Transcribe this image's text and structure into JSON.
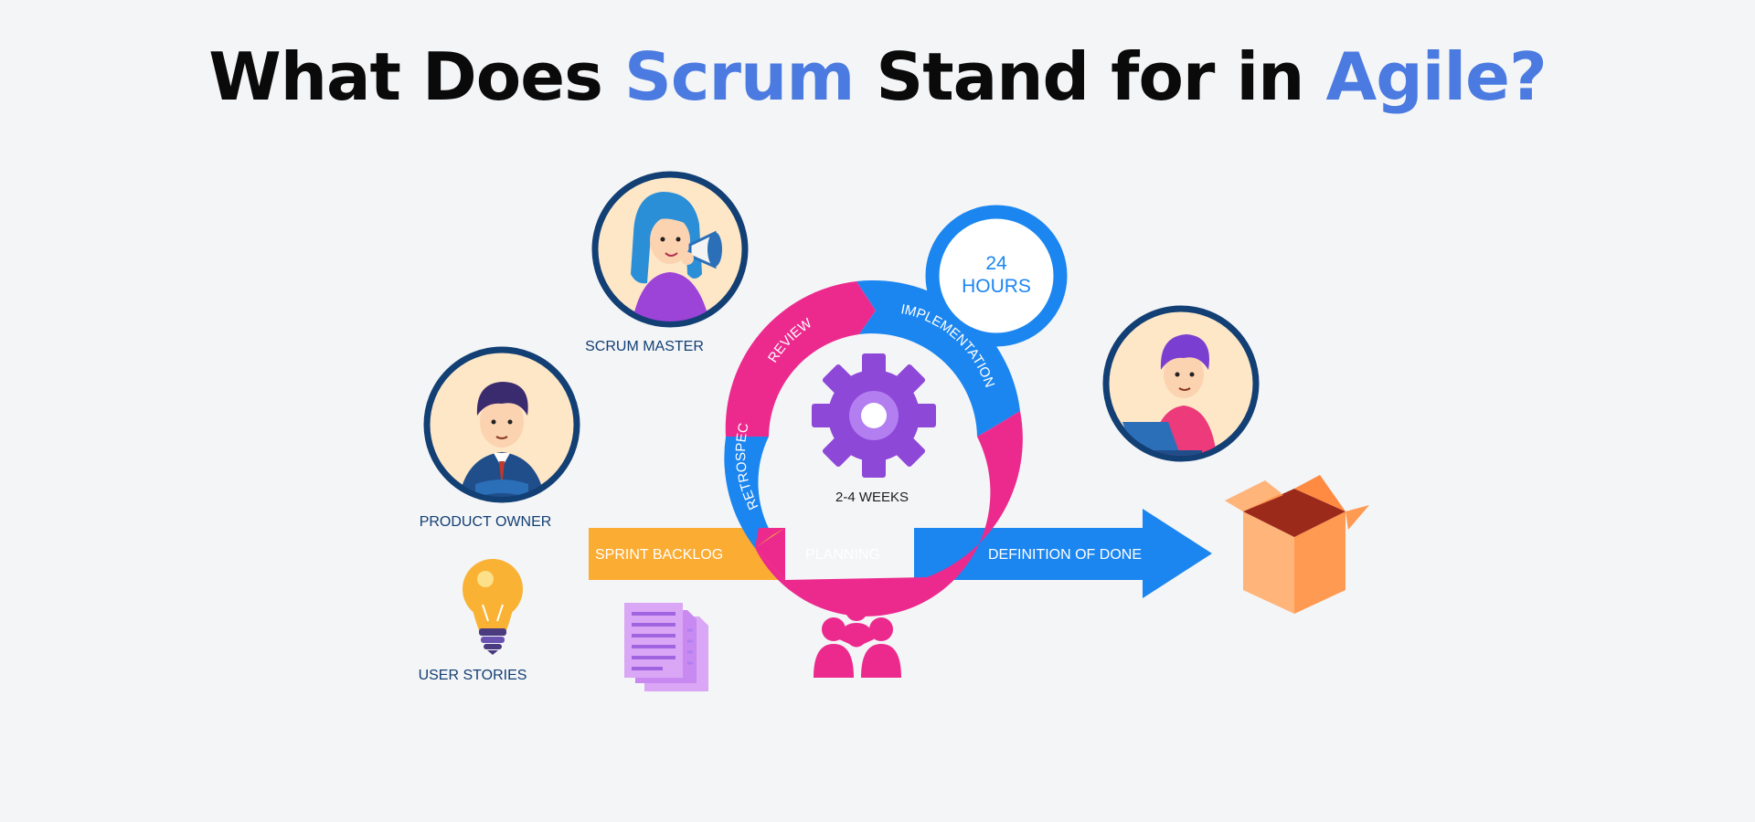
{
  "title": {
    "part1": "What Does ",
    "accent1": "Scrum",
    "part2": " Stand for in ",
    "accent2": "Agile?"
  },
  "colors": {
    "accent": "#4b7be0",
    "pink": "#ec2a8e",
    "blue": "#1b86f0",
    "orange": "#fbac33",
    "navy": "#123f74",
    "purple": "#8e48d8"
  },
  "roles": {
    "scrum_master": "SCRUM MASTER",
    "product_owner": "PRODUCT OWNER",
    "user_stories": "USER STORIES"
  },
  "cycle": {
    "review": "REVIEW",
    "implementation": "IMPLEMENTATION",
    "retrospect": "RETROSPECT",
    "duration": "2-4 WEEKS"
  },
  "daily": {
    "hours": "24",
    "unit": "HOURS"
  },
  "flow": {
    "sprint_backlog": "SPRINT BACKLOG",
    "planning": "PLANNING",
    "definition_of_done": "DEFINITION OF DONE"
  },
  "icons": {
    "scrum_master": "woman-megaphone-icon",
    "product_owner": "businessman-icon",
    "team_member": "developer-laptop-icon",
    "user_stories": "lightbulb-icon",
    "backlog": "documents-icon",
    "team": "team-icon",
    "sprint": "gear-icon",
    "increment": "open-box-icon"
  }
}
